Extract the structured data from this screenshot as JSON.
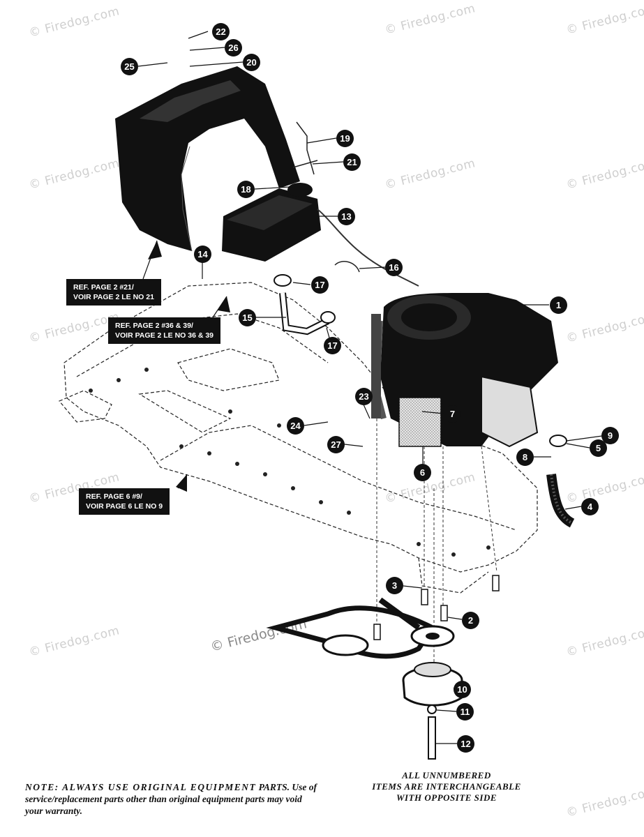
{
  "watermark": {
    "text": "© Firedog.com",
    "main_text": "© Firedog.com"
  },
  "ref_boxes": [
    {
      "line1": "REF. PAGE 2 #21/",
      "line2": "VOIR PAGE 2 LE NO 21"
    },
    {
      "line1": "REF. PAGE 2 #36 & 39/",
      "line2": "VOIR PAGE 2 LE NO 36 & 39"
    },
    {
      "line1": "REF. PAGE 6 #9/",
      "line2": "VOIR PAGE 6 LE NO 9"
    }
  ],
  "callouts": [
    "1",
    "2",
    "3",
    "4",
    "5",
    "6",
    "7",
    "8",
    "9",
    "10",
    "11",
    "12",
    "13",
    "14",
    "15",
    "16",
    "17",
    "17",
    "18",
    "19",
    "20",
    "21",
    "22",
    "23",
    "24",
    "25",
    "26",
    "27"
  ],
  "note": {
    "lead": "NOTE: ALWAYS USE ORIGINAL EQUIPMENT",
    "body": "PARTS. Use of service/replacement parts other than original equipment parts may void your warranty."
  },
  "interchange": {
    "line1": "ALL UNNUMBERED",
    "line2": "ITEMS ARE INTERCHANGEABLE",
    "line3": "WITH OPPOSITE SIDE"
  }
}
